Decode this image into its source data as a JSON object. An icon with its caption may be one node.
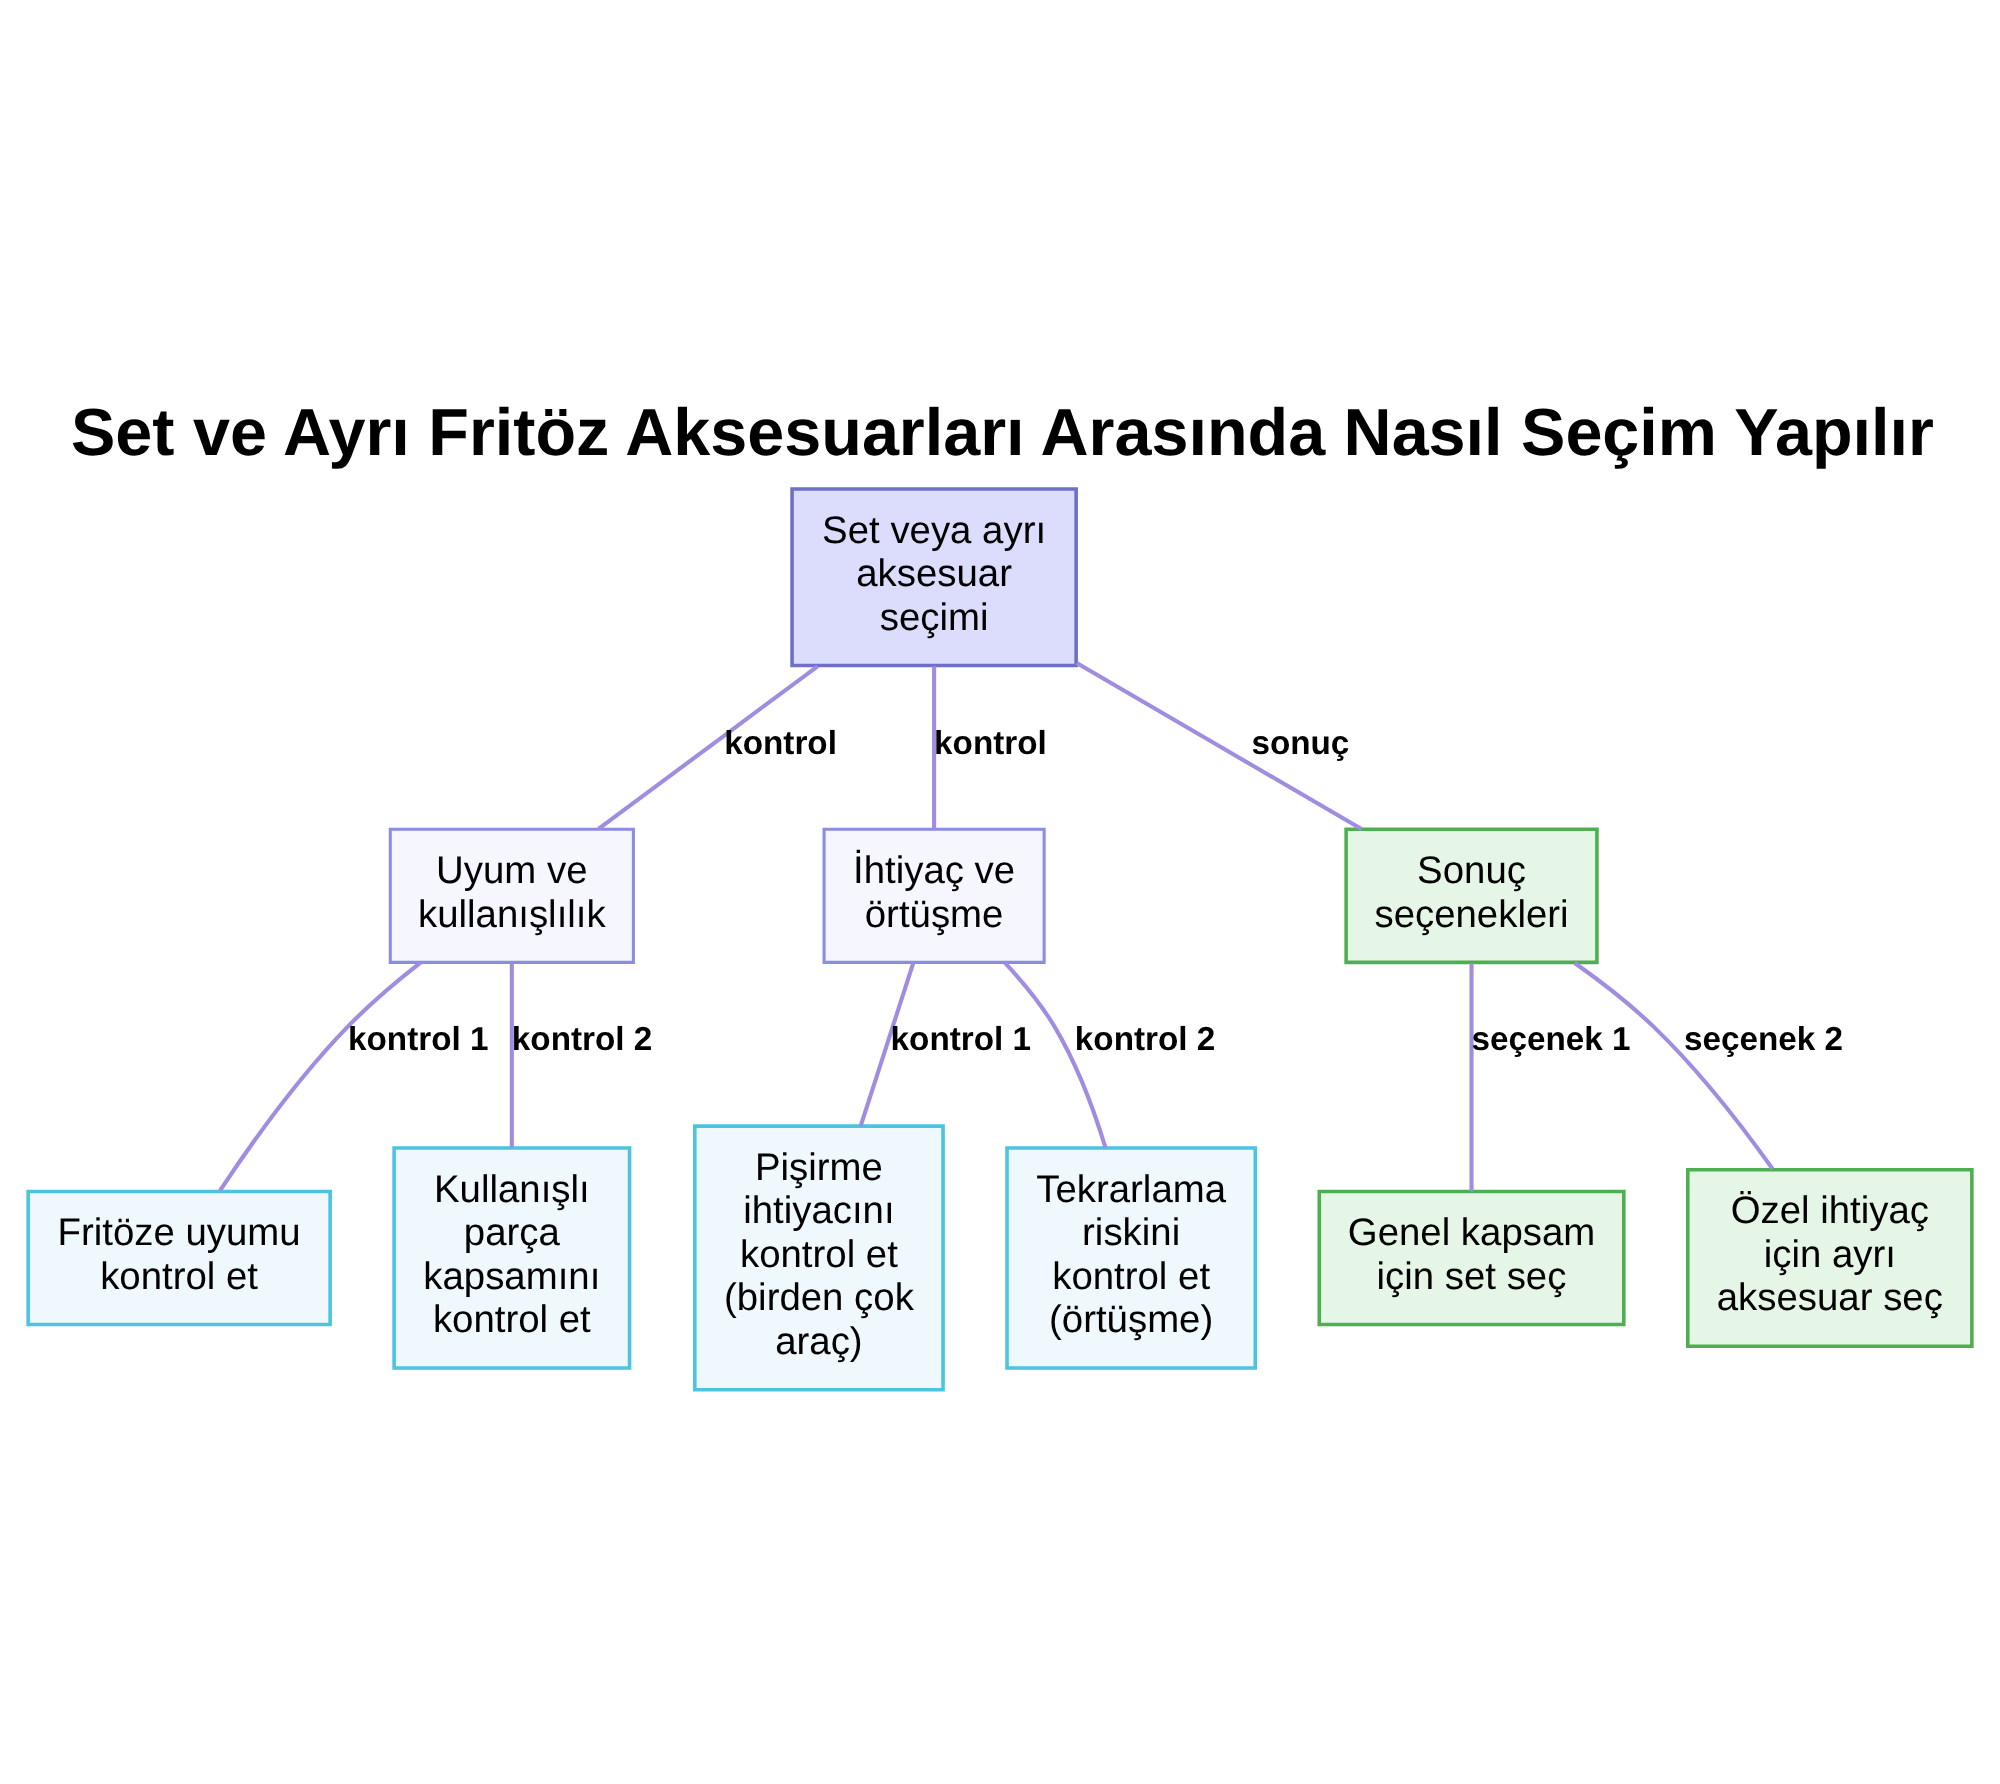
{
  "diagram": {
    "title": "Set ve Ayrı Fritöz Aksesuarları Arasında Nasıl Seçim Yapılır",
    "nodes": [
      {
        "text": [
          "Set veya ayrı aksesuar seçimi"
        ]
      },
      {
        "text": [
          "Uyum ve kullanışlılık"
        ]
      },
      {
        "text": [
          "İhtiyaç ve örtüşme"
        ]
      },
      {
        "text": [
          "Sonuç seçenekleri"
        ]
      },
      {
        "text": [
          "Fritöze uyumu kontrol et"
        ]
      },
      {
        "text": [
          "Kullanışlı parça kapsamını kontrol et"
        ]
      },
      {
        "text": [
          "Pişirme ihtiyacını kontrol et (birden çok araç)"
        ]
      },
      {
        "text": [
          "Tekrarlama riskini kontrol et (örtüşme)"
        ]
      },
      {
        "text": [
          "Genel kapsam için set seç"
        ]
      },
      {
        "text": [
          "Özel ihtiyaç için ayrı aksesuar seç"
        ]
      }
    ],
    "edges": [
      {
        "from": 0,
        "to": 1,
        "arrow": "none",
        "label": "kontrol"
      },
      {
        "from": 0,
        "to": 2,
        "arrow": "none",
        "label": "kontrol"
      },
      {
        "from": 0,
        "to": 3,
        "arrow": "none",
        "label": "sonuç"
      },
      {
        "from": 1,
        "to": 4,
        "arrow": "none",
        "label": "kontrol 1"
      },
      {
        "from": 1,
        "to": 5,
        "arrow": "none",
        "label": "kontrol 2"
      },
      {
        "from": 2,
        "to": 6,
        "arrow": "none",
        "label": "kontrol 1"
      },
      {
        "from": 2,
        "to": 7,
        "arrow": "none",
        "label": "kontrol 2"
      },
      {
        "from": 3,
        "to": 8,
        "arrow": "none",
        "label": "seçenek 1"
      },
      {
        "from": 3,
        "to": 9,
        "arrow": "none",
        "label": "seçenek 2"
      }
    ]
  }
}
